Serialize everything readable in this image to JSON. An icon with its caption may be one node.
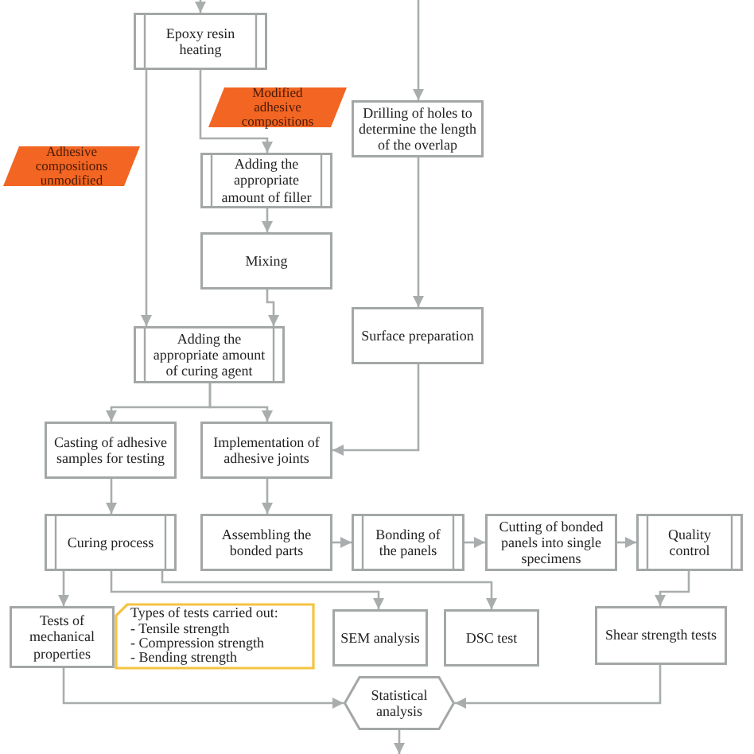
{
  "diagram": {
    "nodes": [
      {
        "text": [
          "Epoxy resin heating"
        ]
      },
      {
        "text": [
          "Modified adhesive compositions"
        ]
      },
      {
        "text": [
          "Adhesive compositions unmodified"
        ]
      },
      {
        "text": [
          "Adding the appropriate amount of filler"
        ]
      },
      {
        "text": [
          "Drilling of holes to determine the length of the overlap"
        ]
      },
      {
        "text": [
          "Mixing"
        ]
      },
      {
        "text": [
          "Adding the appropriate amount of curing agent"
        ]
      },
      {
        "text": [
          "Surface preparation"
        ]
      },
      {
        "text": [
          "Casting of adhesive samples for testing"
        ]
      },
      {
        "text": [
          "Implementation of adhesive joints"
        ]
      },
      {
        "text": [
          "Curing process"
        ]
      },
      {
        "text": [
          "Assembling the bonded parts"
        ]
      },
      {
        "text": [
          "Bonding of the panels"
        ]
      },
      {
        "text": [
          "Cutting of bonded panels into single specimens"
        ]
      },
      {
        "text": [
          "Quality control"
        ]
      },
      {
        "text": [
          "Tests of mechanical properties"
        ]
      },
      {
        "text": [
          "Types of tests carried out:",
          "- Tensile strength",
          "- Compression strength",
          "- Bending strength"
        ]
      },
      {
        "text": [
          "SEM analysis"
        ]
      },
      {
        "text": [
          "DSC test"
        ]
      },
      {
        "text": [
          "Shear strength tests"
        ]
      },
      {
        "text": [
          "Statistical analysis"
        ]
      }
    ],
    "edges": [
      {
        "from": null,
        "to": 0,
        "arrow": "to"
      },
      {
        "from": 0,
        "to": 3,
        "arrow": "to"
      },
      {
        "from": 0,
        "to": 6,
        "arrow": "to"
      },
      {
        "from": 3,
        "to": 5,
        "arrow": "to"
      },
      {
        "from": 5,
        "to": 6,
        "arrow": "to"
      },
      {
        "from": null,
        "to": 4,
        "arrow": "to"
      },
      {
        "from": 4,
        "to": 7,
        "arrow": "to"
      },
      {
        "from": 7,
        "to": 9,
        "arrow": "to"
      },
      {
        "from": 6,
        "to": 8,
        "arrow": "to"
      },
      {
        "from": 6,
        "to": 9,
        "arrow": "to"
      },
      {
        "from": 8,
        "to": 10,
        "arrow": "to"
      },
      {
        "from": 9,
        "to": 11,
        "arrow": "to"
      },
      {
        "from": 11,
        "to": 12,
        "arrow": "to"
      },
      {
        "from": 12,
        "to": 13,
        "arrow": "to"
      },
      {
        "from": 13,
        "to": 14,
        "arrow": "to"
      },
      {
        "from": 10,
        "to": 15,
        "arrow": "to"
      },
      {
        "from": 10,
        "to": 17,
        "arrow": "to"
      },
      {
        "from": 10,
        "to": 18,
        "arrow": "to"
      },
      {
        "from": 14,
        "to": 19,
        "arrow": "to"
      },
      {
        "from": 15,
        "to": 20,
        "arrow": "to"
      },
      {
        "from": 19,
        "to": 20,
        "arrow": "to"
      },
      {
        "from": 20,
        "to": null,
        "arrow": "to"
      }
    ]
  }
}
